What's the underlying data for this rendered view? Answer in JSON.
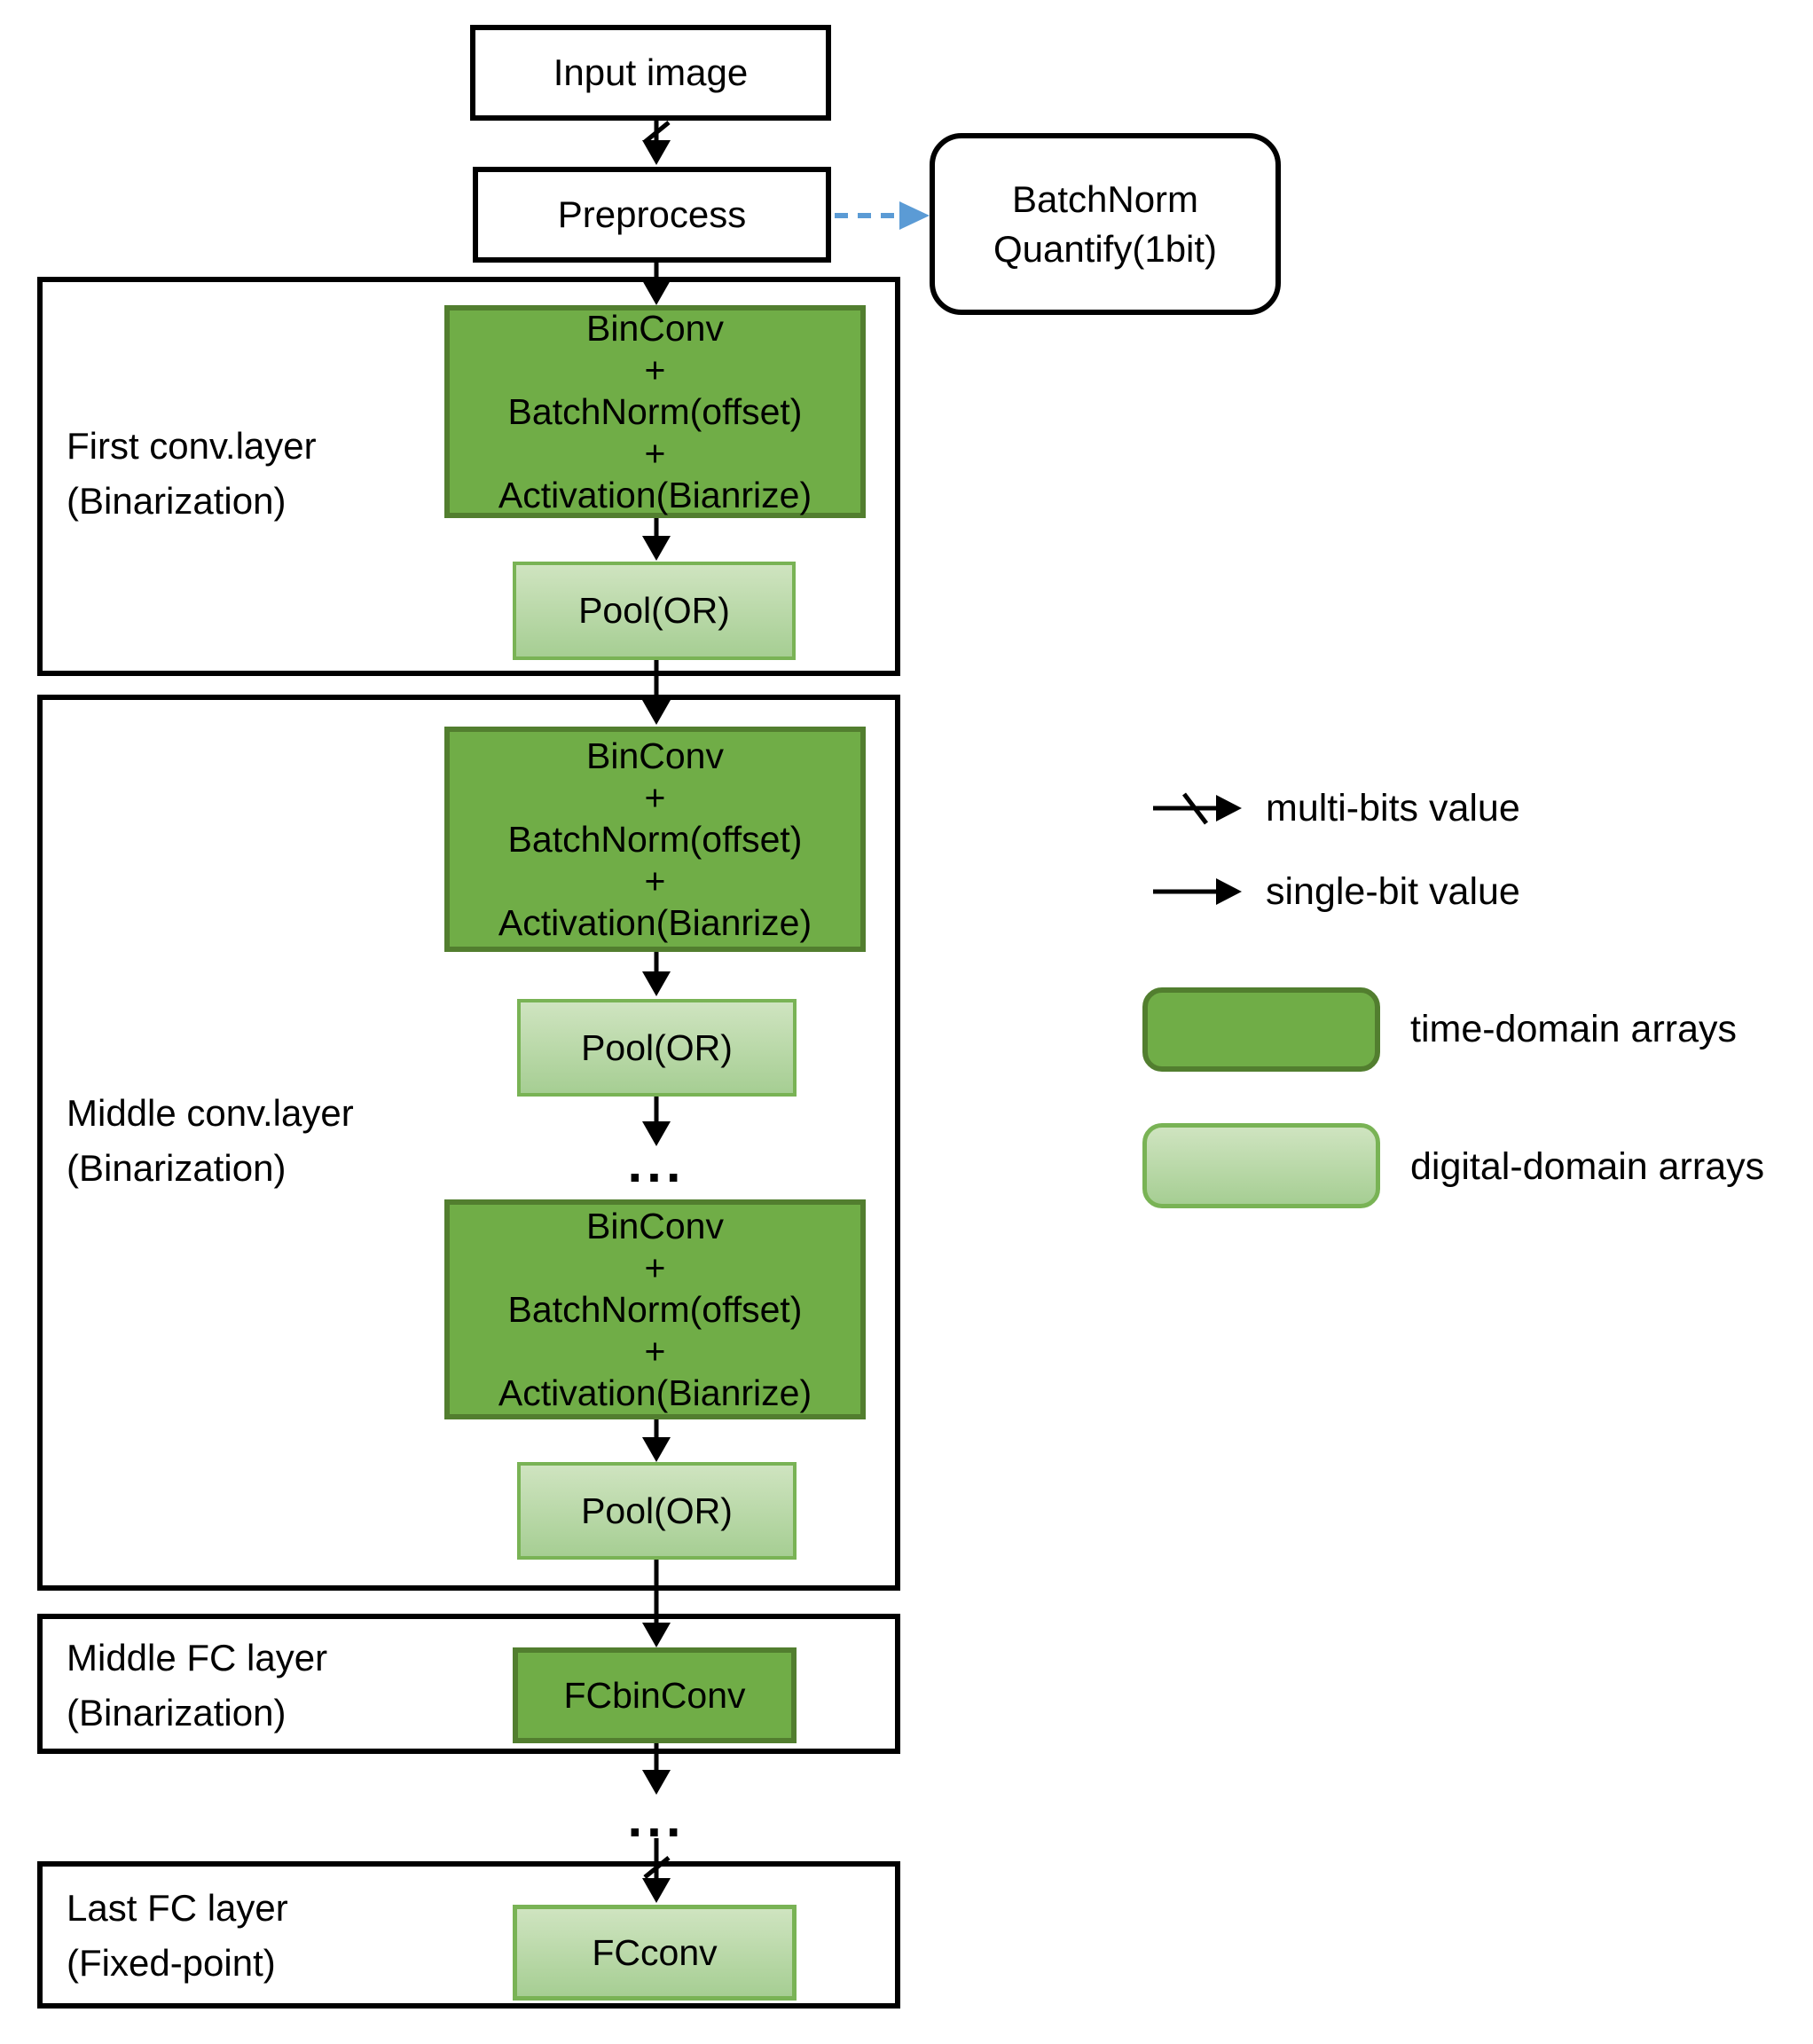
{
  "flow": {
    "input": "Input image",
    "preprocess": "Preprocess",
    "sidebox_line1": "BatchNorm",
    "sidebox_line2": "Quantify(1bit)",
    "conv_block_lines": [
      "BinConv",
      "+",
      "BatchNorm(offset)",
      "+",
      "Activation(Bianrize)"
    ],
    "pool": "Pool(OR)",
    "fc_bin": "FCbinConv",
    "fc": "FCconv",
    "ellipsis": "..."
  },
  "groups": [
    {
      "line1": "First conv.layer",
      "line2": "(Binarization)"
    },
    {
      "line1": "Middle conv.layer",
      "line2": "(Binarization)"
    },
    {
      "line1": "Middle FC layer",
      "line2": "(Binarization)"
    },
    {
      "line1": "Last FC layer",
      "line2": "(Fixed-point)"
    }
  ],
  "legend": {
    "multi_bits": "multi-bits value",
    "single_bit": "single-bit value",
    "time_domain": "time-domain arrays",
    "digital_domain": "digital-domain arrays"
  },
  "colors": {
    "time_domain_fill": "#70ad47",
    "time_domain_border": "#527e2f",
    "digital_domain_fill_top": "#cfe4c0",
    "digital_domain_fill_bottom": "#a6ce93",
    "digital_domain_border": "#79b355",
    "dashed_arrow_blue": "#5b9bd5",
    "line_black": "#000000"
  }
}
